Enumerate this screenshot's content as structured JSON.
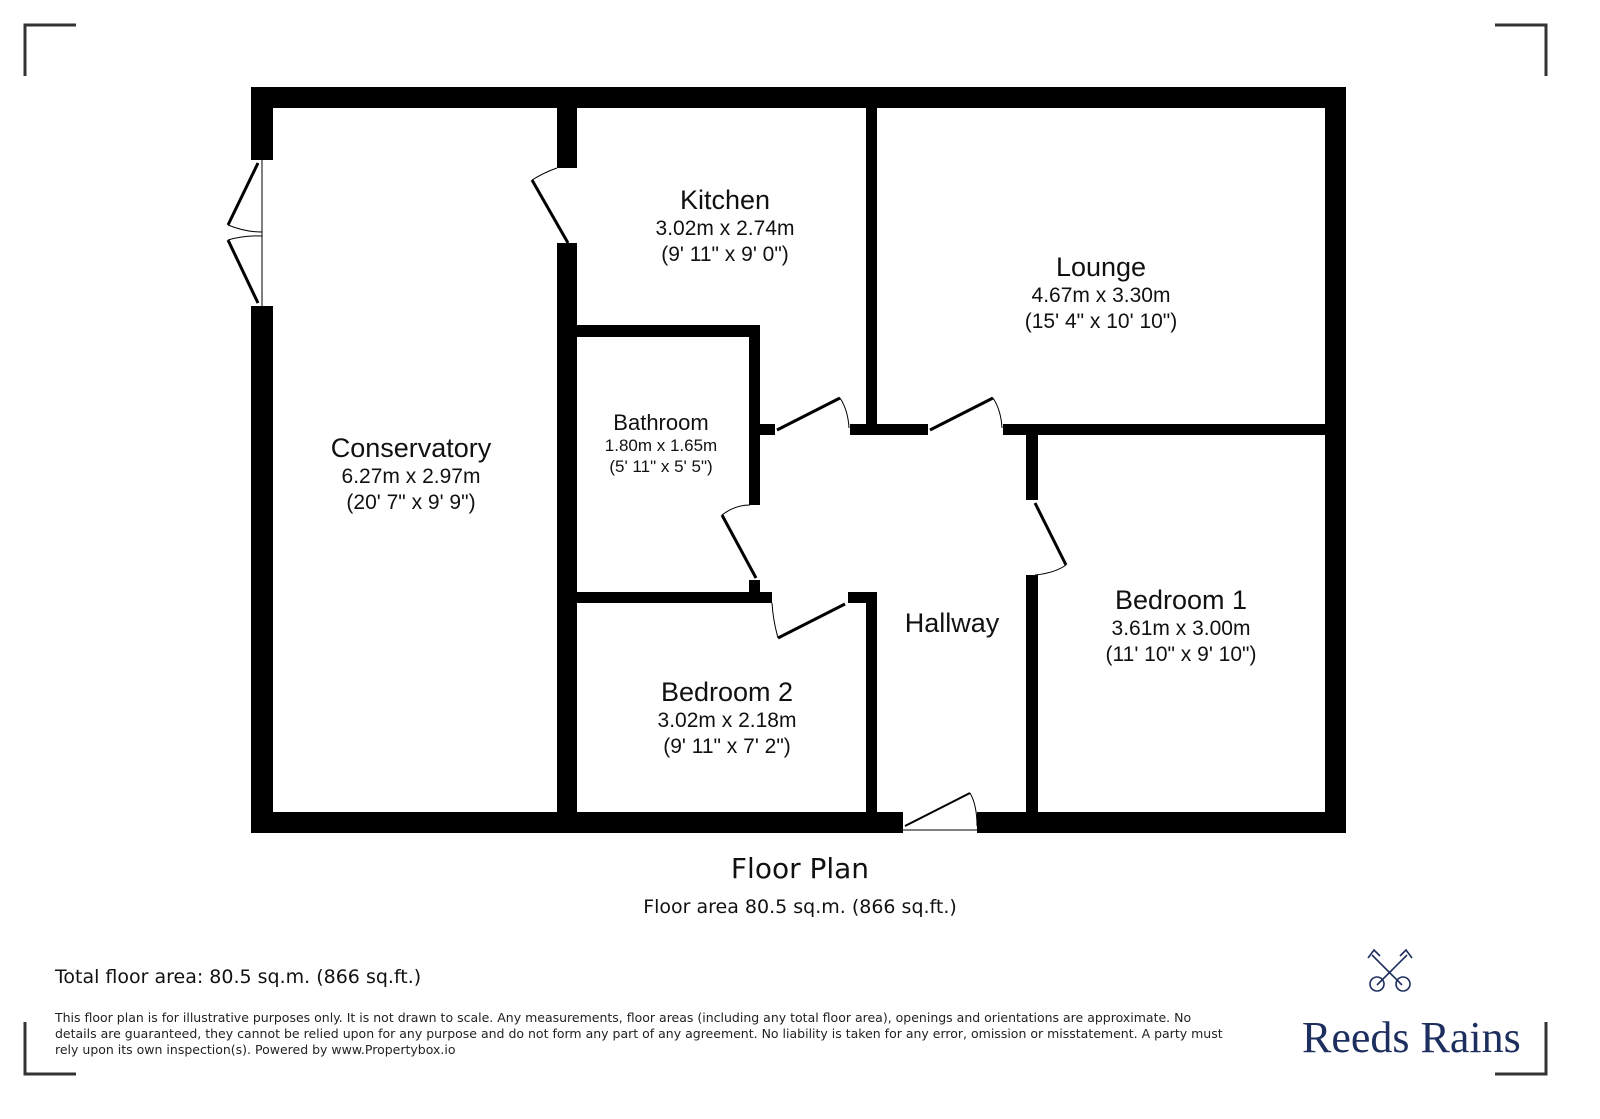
{
  "rooms": [
    {
      "name": "Kitchen",
      "metric": "3.02m x 2.74m",
      "imperial": "(9' 11\" x 9' 0\")"
    },
    {
      "name": "Lounge",
      "metric": "4.67m x 3.30m",
      "imperial": "(15' 4\" x 10' 10\")"
    },
    {
      "name": "Bathroom",
      "metric": "1.80m x 1.65m",
      "imperial": "(5' 11\" x 5' 5\")"
    },
    {
      "name": "Conservatory",
      "metric": "6.27m x 2.97m",
      "imperial": "(20' 7\" x 9' 9\")"
    },
    {
      "name": "Hallway"
    },
    {
      "name": "Bedroom 1",
      "metric": "3.61m x 3.00m",
      "imperial": "(11' 10\" x 9' 10\")"
    },
    {
      "name": "Bedroom 2",
      "metric": "3.02m x 2.18m",
      "imperial": "(9' 11\" x 7' 2\")"
    }
  ],
  "plan_title": "Floor Plan",
  "floor_area": "Floor area 80.5 sq.m. (866 sq.ft.)",
  "total_area": "Total floor area: 80.5 sq.m. (866 sq.ft.)",
  "disclaimer": "This floor plan is for illustrative purposes only. It is not drawn to scale. Any measurements, floor areas (including any total floor area), openings and orientations are approximate. No details are guaranteed, they cannot be relied upon for any purpose and do not form any part of any agreement. No liability is taken for any error, omission or misstatement. A party must rely upon its own inspection(s). Powered by www.Propertybox.io",
  "brand": "Reeds Rains",
  "colors": {
    "wall": "#000000",
    "brand": "#1d2f5e"
  }
}
